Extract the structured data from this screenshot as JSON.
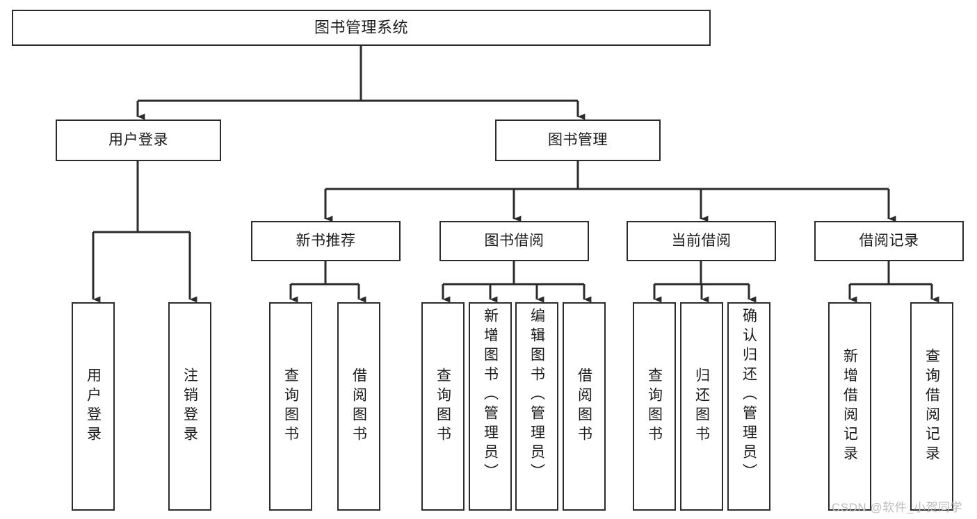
{
  "diagram": {
    "type": "tree",
    "title": "图书管理系统",
    "orientation": "top-down",
    "edge_color": "#2b2b2b",
    "node_border_color": "#2b2b2b",
    "node_fill_color": "#ffffff",
    "text_color": "#1a1a1a"
  },
  "nodes": {
    "root": {
      "label": "图书管理系统",
      "level": 0
    },
    "l1": [
      {
        "id": "user_login",
        "label": "用户登录",
        "level": 1
      },
      {
        "id": "book_manage",
        "label": "图书管理",
        "level": 1
      }
    ],
    "l2": [
      {
        "id": "new_book_rec",
        "label": "新书推荐",
        "level": 2,
        "parent": "book_manage"
      },
      {
        "id": "book_borrow",
        "label": "图书借阅",
        "level": 2,
        "parent": "book_manage"
      },
      {
        "id": "current_borrow",
        "label": "当前借阅",
        "level": 2,
        "parent": "book_manage"
      },
      {
        "id": "borrow_record",
        "label": "借阅记录",
        "level": 2,
        "parent": "book_manage"
      }
    ],
    "leaves": [
      {
        "id": "leaf_user_login",
        "label": "用户登录",
        "parent": "user_login"
      },
      {
        "id": "leaf_user_logout",
        "label": "注销登录",
        "parent": "user_login"
      },
      {
        "id": "leaf_query_book_1",
        "label": "查询图书",
        "parent": "new_book_rec"
      },
      {
        "id": "leaf_borrow_book_1",
        "label": "借阅图书",
        "parent": "new_book_rec"
      },
      {
        "id": "leaf_query_book_2",
        "label": "查询图书",
        "parent": "book_borrow"
      },
      {
        "id": "leaf_add_book",
        "label": "新增图书（管理员）",
        "parent": "book_borrow"
      },
      {
        "id": "leaf_edit_book",
        "label": "编辑图书（管理员）",
        "parent": "book_borrow"
      },
      {
        "id": "leaf_borrow_book_2",
        "label": "借阅图书",
        "parent": "book_borrow"
      },
      {
        "id": "leaf_query_book_3",
        "label": "查询图书",
        "parent": "current_borrow"
      },
      {
        "id": "leaf_return_book",
        "label": "归还图书",
        "parent": "current_borrow"
      },
      {
        "id": "leaf_confirm_return",
        "label": "确认归还（管理员）",
        "parent": "current_borrow"
      },
      {
        "id": "leaf_add_record",
        "label": "新增借阅记录",
        "parent": "borrow_record"
      },
      {
        "id": "leaf_query_record",
        "label": "查询借阅记录",
        "parent": "borrow_record"
      }
    ]
  },
  "watermark": {
    "text": "CSDN @软件_小贺同学",
    "color": "#bdbdbd"
  }
}
